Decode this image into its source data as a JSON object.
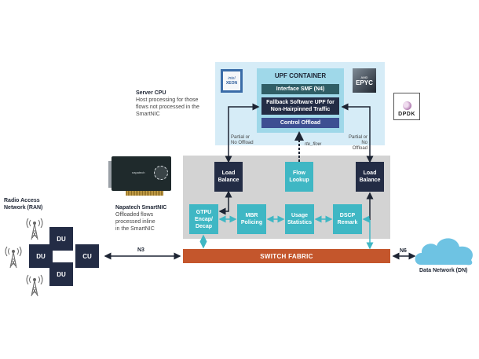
{
  "server_cpu": {
    "title": "Server CPU",
    "desc_lines": [
      "Host processing for those",
      "flows not processed in the",
      "SmartNIC"
    ]
  },
  "upf": {
    "title": "UPF CONTAINER",
    "interface": "Interface SMF (N4)",
    "fallback_lines": [
      "Fallback Software UPF for",
      "Non-Hairpinned Traffic"
    ],
    "control": "Control Offload"
  },
  "logos": {
    "intel": {
      "line1": "intel",
      "line2": "XEON"
    },
    "amd": {
      "line1": "AMD",
      "line2": "EPYC"
    },
    "dpdk": "DPDK"
  },
  "labels": {
    "partial_left": [
      "Partial or",
      "No Offload"
    ],
    "partial_right": [
      "Partial or",
      "No Offload"
    ],
    "rte_flow": "rte_flow",
    "n3": "N3",
    "n6": "N6"
  },
  "smartnic": {
    "title": "Napatech SmartNIC",
    "desc_lines": [
      "Offloaded flows",
      "processed inline",
      "in the SmartNIC"
    ],
    "card_text": "napatech"
  },
  "nic_blocks": {
    "lb_left": [
      "Load",
      "Balance"
    ],
    "flow_lookup": [
      "Flow",
      "Lookup"
    ],
    "lb_right": [
      "Load",
      "Balance"
    ],
    "gtpu": [
      "GTPU",
      "Encap/",
      "Decap"
    ],
    "mbr": [
      "MBR",
      "Policing"
    ],
    "usage": [
      "Usage",
      "Statistics"
    ],
    "dscp": [
      "DSCP",
      "Remark"
    ]
  },
  "switch_fabric": "SWITCH FABRIC",
  "ran": {
    "title_lines": [
      "Radio Access",
      "Network (RAN)"
    ],
    "du_top": "DU",
    "du_mid": "DU",
    "du_bot": "DU",
    "cu": "CU"
  },
  "data_network": "Data Network (DN)",
  "colors": {
    "navy": "#232c45",
    "teal": "#3fb7c4",
    "switch": "#c4562c",
    "cloud": "#6ec3e3",
    "server_panel": "#d6ecf7",
    "nic_panel": "#d3d3d3"
  }
}
